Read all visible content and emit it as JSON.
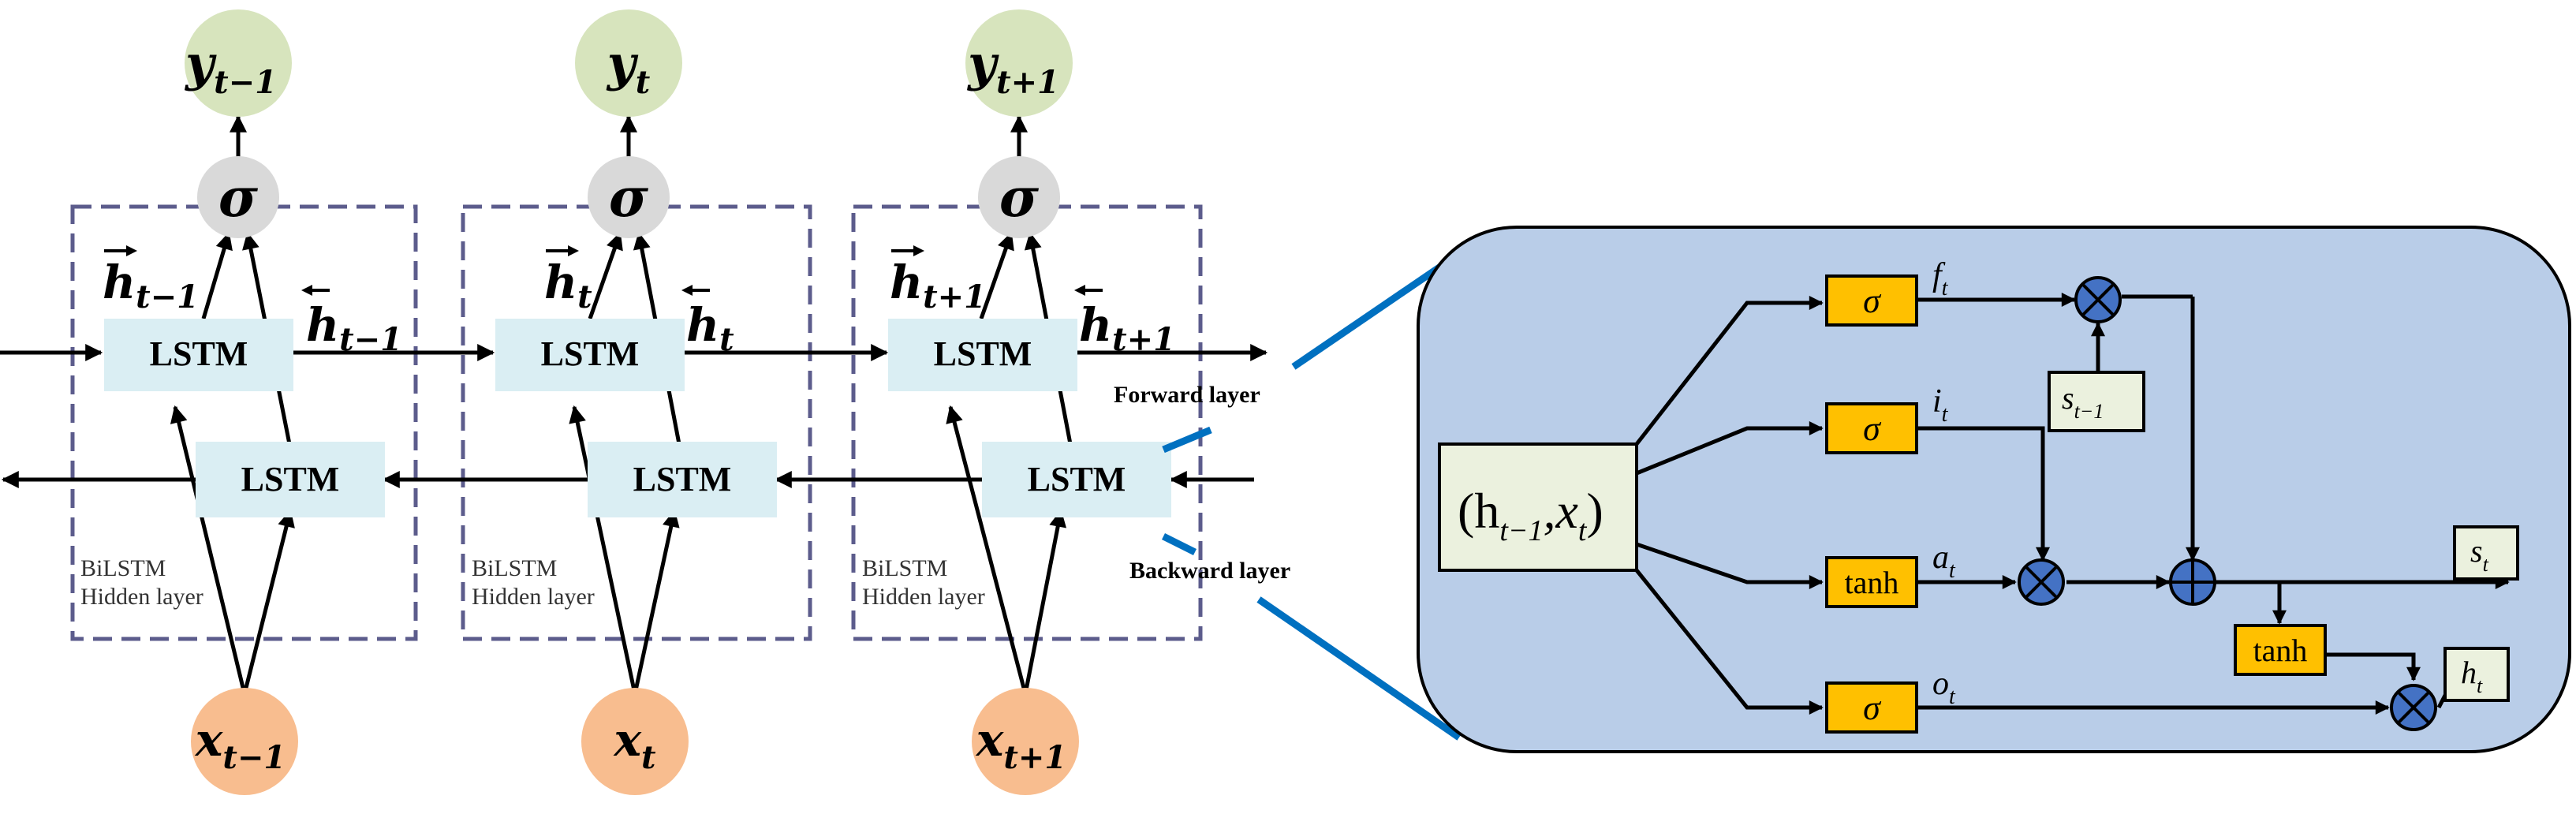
{
  "colors": {
    "output_node": "#d7e4bd",
    "input_node": "#f8bd8f",
    "sigma_node": "#d9d9d9",
    "lstm_box": "#daeef3",
    "cell_panel": "#b9cde8",
    "cell_border": "#000000",
    "gate_box": "#ffc000",
    "op_circle": "#4472c4",
    "state_box": "#ebf1de",
    "hidden_border": "#5c5c8c",
    "zoom_line": "#0070c0"
  },
  "timesteps": [
    {
      "output": {
        "base": "y",
        "sub": "t−1"
      },
      "input": {
        "base": "x",
        "sub": "t−1"
      },
      "fwd_state": {
        "base": "h",
        "sub": "t−1"
      },
      "bwd_state": {
        "base": "h",
        "sub": "t−1"
      }
    },
    {
      "output": {
        "base": "y",
        "sub": "t"
      },
      "input": {
        "base": "x",
        "sub": "t"
      },
      "fwd_state": {
        "base": "h",
        "sub": "t"
      },
      "bwd_state": {
        "base": "h",
        "sub": "t"
      }
    },
    {
      "output": {
        "base": "y",
        "sub": "t+1"
      },
      "input": {
        "base": "x",
        "sub": "t+1"
      },
      "fwd_state": {
        "base": "h",
        "sub": "t+1"
      },
      "bwd_state": {
        "base": "h",
        "sub": "t+1"
      }
    }
  ],
  "labels": {
    "sigma": "σ",
    "lstm": "LSTM",
    "hidden_line1": "BiLSTM",
    "hidden_line2": "Hidden layer",
    "forward_layer": "Forward layer",
    "backward_layer": "Backward layer"
  },
  "cell": {
    "input_open": "(h",
    "input_sub1": "t−1",
    "input_mid": ",x",
    "input_sub2": "t",
    "input_close": ")",
    "gates": [
      {
        "symbol": "σ",
        "signal": "f",
        "sub": "t"
      },
      {
        "symbol": "σ",
        "signal": "i",
        "sub": "t"
      },
      {
        "symbol": "tanh",
        "signal": "a",
        "sub": "t"
      },
      {
        "symbol": "σ",
        "signal": "o",
        "sub": "t"
      }
    ],
    "prev_state": {
      "base": "s",
      "sub": "t−1"
    },
    "new_state": {
      "base": "s",
      "sub": "t"
    },
    "hidden_out": {
      "base": "h",
      "sub": "t"
    },
    "tanh": "tanh"
  }
}
